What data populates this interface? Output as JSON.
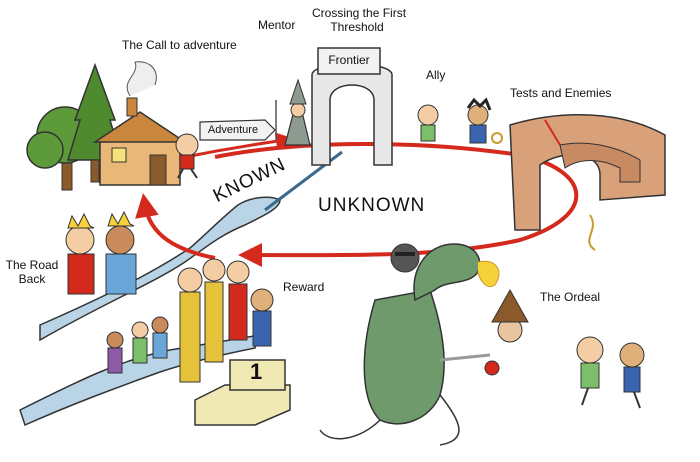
{
  "labels": {
    "call": "The Call to adventure",
    "mentor": "Mentor",
    "crossing_line1": "Crossing the First",
    "crossing_line2": "Threshold",
    "frontier": "Frontier",
    "ally": "Ally",
    "tests": "Tests and Enemies",
    "adventure": "Adventure",
    "known": "KNOWN",
    "unknown": "UNKNOWN",
    "road_back_line1": "The Road",
    "road_back_line2": "Back",
    "reward": "Reward",
    "ordeal": "The Ordeal",
    "podium_number": "1"
  },
  "colors": {
    "cycle_arrow": "#d42a1e",
    "river": "#b9d4e6",
    "maze": "#d9a17a",
    "dragon": "#6f9a6c",
    "house": "#e9b878",
    "podium": "#f1e9b3",
    "tree": "#4f8a2e"
  }
}
